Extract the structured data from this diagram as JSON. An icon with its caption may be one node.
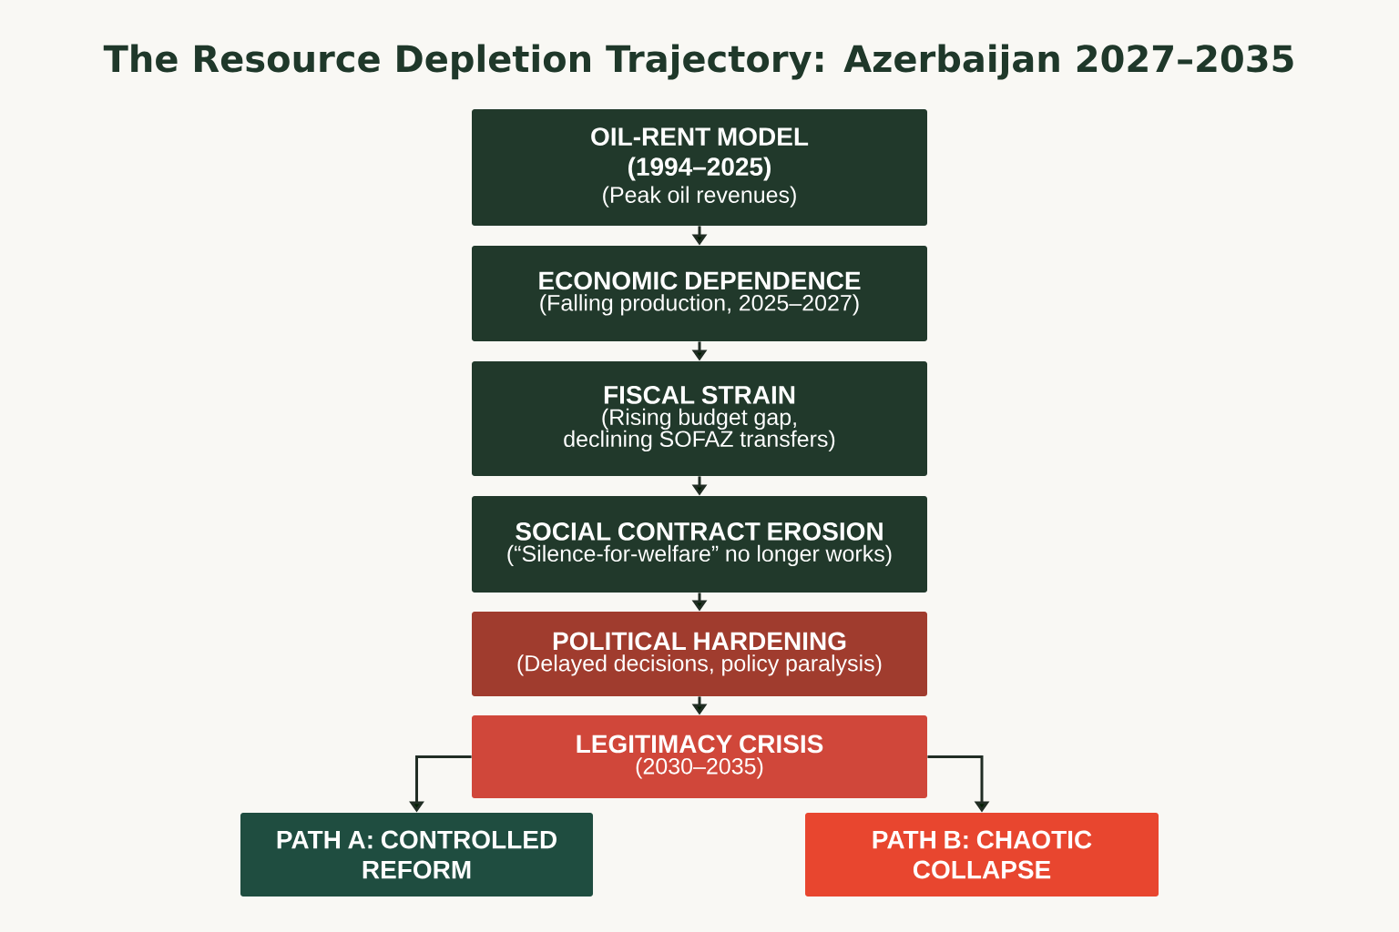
{
  "diagram": {
    "title": "The Resource Depletion Trajectory: Azerbaijan 2027–2035",
    "nodes": [
      {
        "text": [
          "OIL-RENT MODEL (1994–2025)",
          "(Peak oil revenues)"
        ]
      },
      {
        "text": [
          "ECONOMIC DEPENDENCE",
          "(Falling production, 2025–2027)"
        ]
      },
      {
        "text": [
          "FISCAL STRAIN",
          "(Rising budget gap, declining SOFAZ transfers)"
        ]
      },
      {
        "text": [
          "SOCIAL CONTRACT EROSION",
          "(“Silence-for-welfare” no longer works)"
        ]
      },
      {
        "text": [
          "POLITICAL HARDENING",
          "(Delayed decisions, policy paralysis)"
        ]
      },
      {
        "text": [
          "LEGITIMACY CRISIS",
          "(2030–2035)"
        ]
      },
      {
        "text": [
          "PATH A: CONTROLLED REFORM"
        ]
      },
      {
        "text": [
          "PATH B: CHAOTIC COLLAPSE"
        ]
      }
    ],
    "edges": [
      {
        "from": 0,
        "to": 1,
        "arrow": "to"
      },
      {
        "from": 1,
        "to": 2,
        "arrow": "to"
      },
      {
        "from": 2,
        "to": 3,
        "arrow": "to"
      },
      {
        "from": 3,
        "to": 4,
        "arrow": "to"
      },
      {
        "from": 4,
        "to": 5,
        "arrow": "to"
      },
      {
        "from": 5,
        "to": 6,
        "arrow": "to"
      },
      {
        "from": 5,
        "to": 7,
        "arrow": "to"
      }
    ]
  }
}
